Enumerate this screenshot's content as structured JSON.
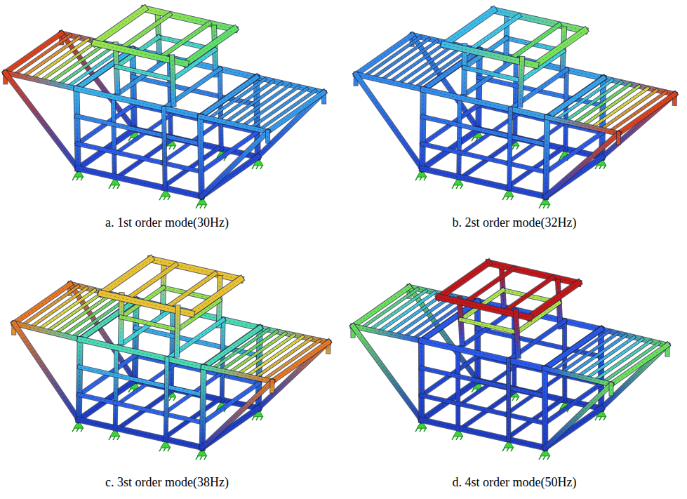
{
  "diagram": {
    "labels": [
      "a. 1st order mode(30Hz)",
      "b. 2st order mode(32Hz)",
      "c. 3st order mode(38Hz)",
      "d. 4st order mode(50Hz)"
    ]
  }
}
